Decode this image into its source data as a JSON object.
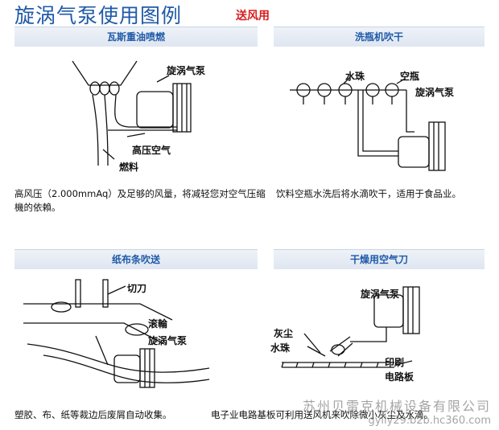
{
  "page": {
    "title": "旋涡气泵使用图例",
    "subtitle": "送风用"
  },
  "panels": [
    {
      "heading": "瓦斯重油喷燃",
      "labels": [
        "旋涡气泵",
        "高压空气",
        "燃料"
      ],
      "description": "高风压（2.000mmAq）及足够的风量，将减轻您对空气压缩機的依賴。"
    },
    {
      "heading": "洗瓶机吹干",
      "labels": [
        "水珠",
        "空瓶",
        "旋涡气泵"
      ],
      "description": "饮料空瓶水洗后将水滴吹干，适用于食品业。"
    },
    {
      "heading": "纸布条吹送",
      "labels": [
        "切刀",
        "滚輪",
        "旋涡气泵"
      ],
      "description": "塑胶、布、纸等裁边后废屑自动收集。"
    },
    {
      "heading": "干燥用空气刀",
      "labels": [
        "旋涡气泵",
        "灰尘",
        "水珠",
        "印刷",
        "电路板"
      ],
      "description": "电子业电路基板可利用送风机来吹除微小灰尘及水滴。"
    }
  ],
  "watermark": {
    "company": "苏州贝雷克机械设备有限公司",
    "url": "gylly29.b2b.hc360.com"
  }
}
